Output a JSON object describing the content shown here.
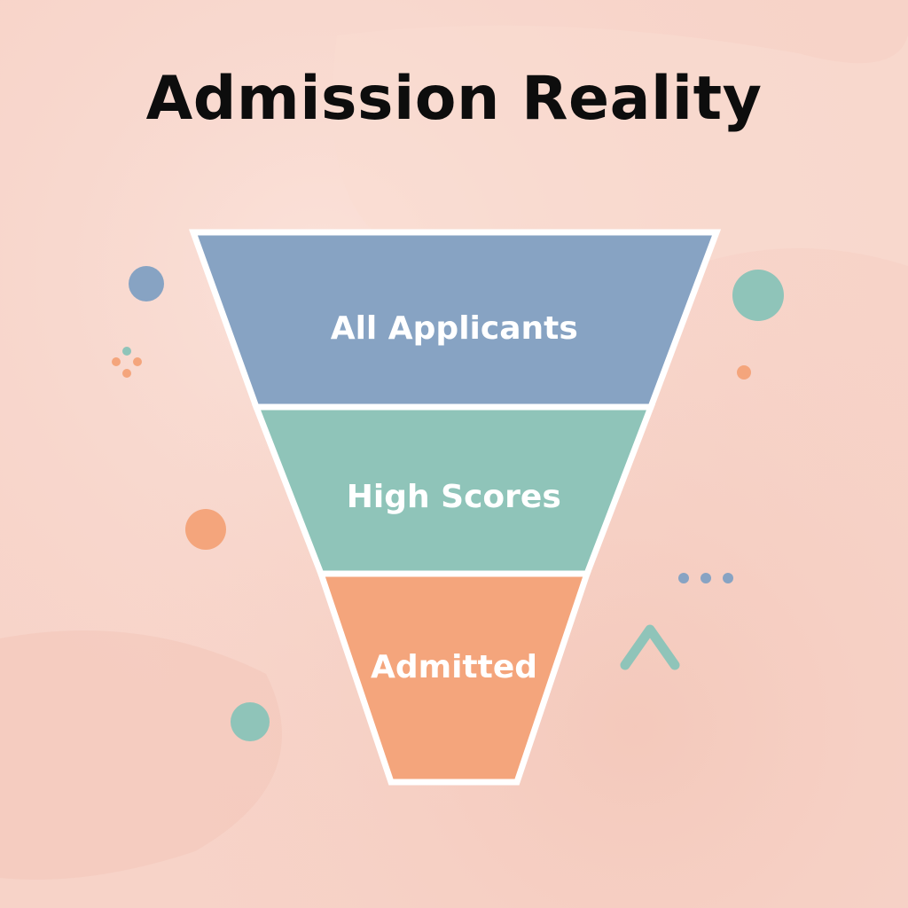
{
  "title": "Admission Reality",
  "funnel": {
    "stages": [
      {
        "label": "All Applicants",
        "color": "#87a3c3"
      },
      {
        "label": "High Scores",
        "color": "#8fc4b9"
      },
      {
        "label": "Admitted",
        "color": "#f4a57c"
      }
    ],
    "outline_color": "#ffffff"
  },
  "palette": {
    "background": "#f7d3c8",
    "blue": "#87a3c3",
    "teal": "#8fc4b9",
    "orange": "#f4a57c",
    "title_text": "#0d0d0d"
  }
}
